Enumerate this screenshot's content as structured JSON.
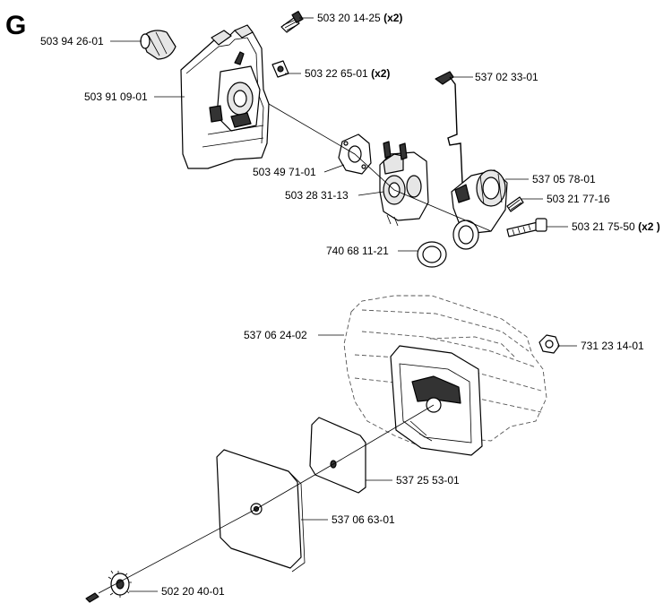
{
  "diagram": {
    "section_letter": "G",
    "labels": [
      {
        "id": "p01",
        "part_no": "503 94 26-01",
        "qty": ""
      },
      {
        "id": "p02",
        "part_no": "503 20 14-25",
        "qty": "(x2)"
      },
      {
        "id": "p03",
        "part_no": "503 22 65-01",
        "qty": "(x2)"
      },
      {
        "id": "p04",
        "part_no": "503 91 09-01",
        "qty": ""
      },
      {
        "id": "p05",
        "part_no": "537 02 33-01",
        "qty": ""
      },
      {
        "id": "p06",
        "part_no": "503 49 71-01",
        "qty": ""
      },
      {
        "id": "p07",
        "part_no": "537 05 78-01",
        "qty": ""
      },
      {
        "id": "p08",
        "part_no": "503 28 31-13",
        "qty": ""
      },
      {
        "id": "p09",
        "part_no": "503 21 77-16",
        "qty": ""
      },
      {
        "id": "p10",
        "part_no": "740 68 11-21",
        "qty": ""
      },
      {
        "id": "p11",
        "part_no": "503 21 75-50",
        "qty": "(x2 )"
      },
      {
        "id": "p12",
        "part_no": "537 06 24-02",
        "qty": ""
      },
      {
        "id": "p13",
        "part_no": "731 23 14-01",
        "qty": ""
      },
      {
        "id": "p14",
        "part_no": "537 25 53-01",
        "qty": ""
      },
      {
        "id": "p15",
        "part_no": "537 06 63-01",
        "qty": ""
      },
      {
        "id": "p16",
        "part_no": "502 20 40-01",
        "qty": ""
      }
    ]
  }
}
